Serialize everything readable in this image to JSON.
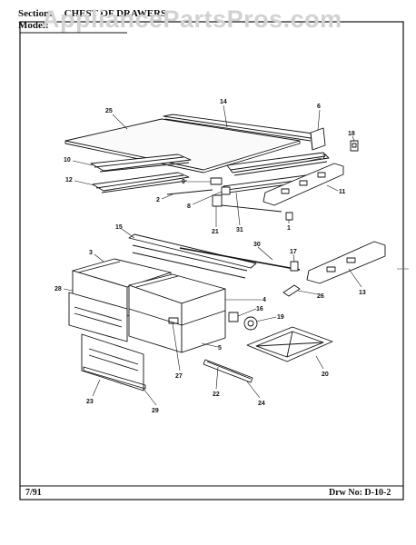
{
  "header": {
    "section_label": "Section:",
    "section_title": "CHEST OF DRAWERS",
    "model_label": "Model:"
  },
  "watermark": "AppliancePartsPros.com",
  "footer": {
    "date": "7/91",
    "drawing_number": "Drw No: D-10-2"
  },
  "callouts": [
    "1",
    "2",
    "3",
    "4",
    "5",
    "6",
    "7",
    "8",
    "9",
    "10",
    "11",
    "12",
    "13",
    "14",
    "15",
    "16",
    "17",
    "18",
    "19",
    "20",
    "21",
    "22",
    "23",
    "24",
    "25",
    "26",
    "27",
    "28",
    "29",
    "30",
    "31"
  ]
}
